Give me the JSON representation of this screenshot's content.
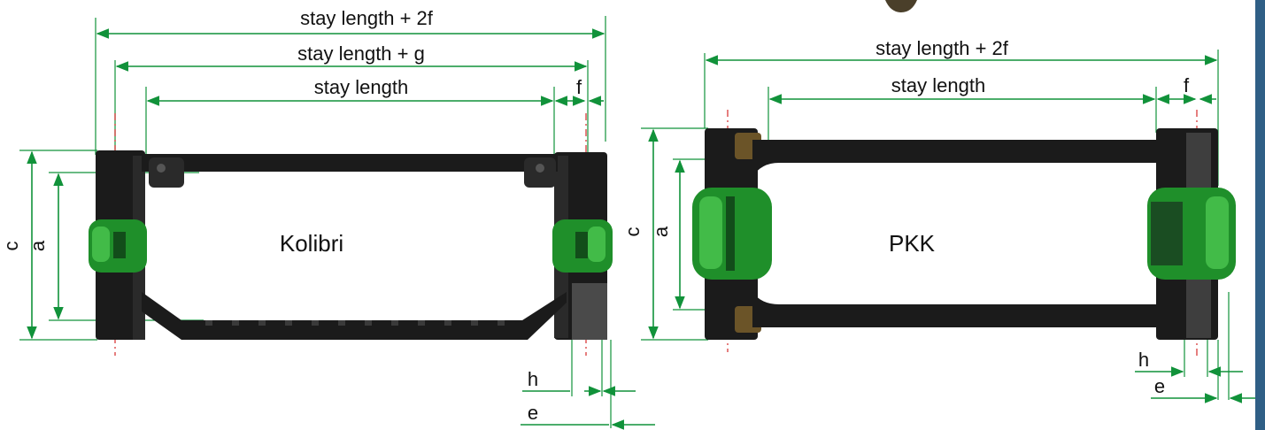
{
  "colors": {
    "dimension": "#11923a",
    "centerline": "#d42a2a",
    "chain": "#1b1b1b",
    "pin": "#1f8f2a"
  },
  "kolibri": {
    "title": "Kolibri",
    "dim_stay_2f": "stay length + 2f",
    "dim_stay_g": "stay length + g",
    "dim_stay": "stay length",
    "dim_f": "f",
    "dim_c": "c",
    "dim_a": "a",
    "dim_h": "h",
    "dim_e": "e"
  },
  "pkk": {
    "title": "PKK",
    "dim_stay_2f": "stay length + 2f",
    "dim_stay": "stay length",
    "dim_f": "f",
    "dim_c": "c",
    "dim_a": "a",
    "dim_h": "h",
    "dim_e": "e"
  }
}
